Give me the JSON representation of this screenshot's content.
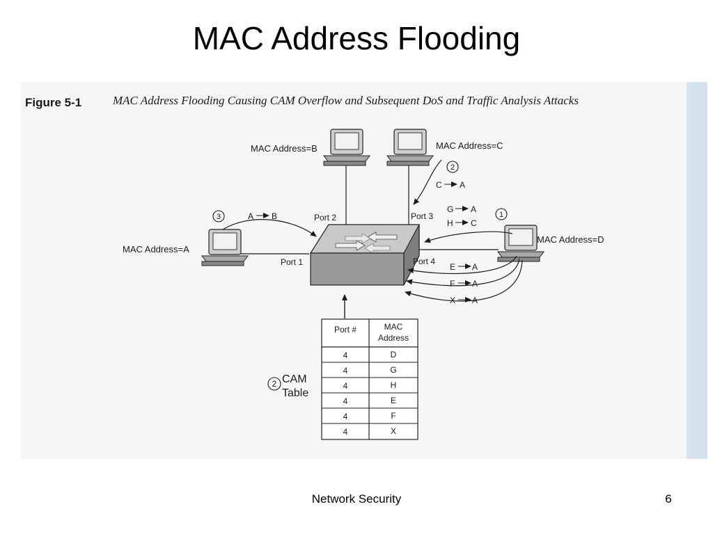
{
  "slide": {
    "title": "MAC Address Flooding",
    "footer": "Network Security",
    "page_number": "6"
  },
  "figure": {
    "label": "Figure 5-1",
    "caption": "MAC Address Flooding Causing CAM Overflow and Subsequent DoS and Traffic Analysis Attacks"
  },
  "hosts": {
    "a": "MAC Address=A",
    "b": "MAC Address=B",
    "c": "MAC Address=C",
    "d": "MAC Address=D"
  },
  "ports": {
    "p1": "Port 1",
    "p2": "Port 2",
    "p3": "Port 3",
    "p4": "Port 4"
  },
  "steps": {
    "step1": "1",
    "step2": "2",
    "step3": "3"
  },
  "flows": {
    "c_to_a": {
      "from": "C",
      "to": "A"
    },
    "a_to_b": {
      "from": "A",
      "to": "B"
    },
    "g_to_a": {
      "from": "G",
      "to": "A"
    },
    "h_to_c": {
      "from": "H",
      "to": "C"
    },
    "e_to_a": {
      "from": "E",
      "to": "A"
    },
    "f_to_a": {
      "from": "F",
      "to": "A"
    },
    "x_to_a": {
      "from": "X",
      "to": "A"
    }
  },
  "cam_table": {
    "label_line1": "CAM",
    "label_line2": "Table",
    "header_port": "Port #",
    "header_mac_1": "MAC",
    "header_mac_2": "Address",
    "rows": [
      {
        "port": "4",
        "mac": "D"
      },
      {
        "port": "4",
        "mac": "G"
      },
      {
        "port": "4",
        "mac": "H"
      },
      {
        "port": "4",
        "mac": "E"
      },
      {
        "port": "4",
        "mac": "F"
      },
      {
        "port": "4",
        "mac": "X"
      }
    ]
  },
  "colors": {
    "scan_bg": "#f6f6f4",
    "scan_edge": "#d6e3ee",
    "ink": "#1a1a1a",
    "switch_top": "#c9c9c9",
    "switch_front": "#9a9a9a",
    "switch_side": "#7d7d7d"
  }
}
